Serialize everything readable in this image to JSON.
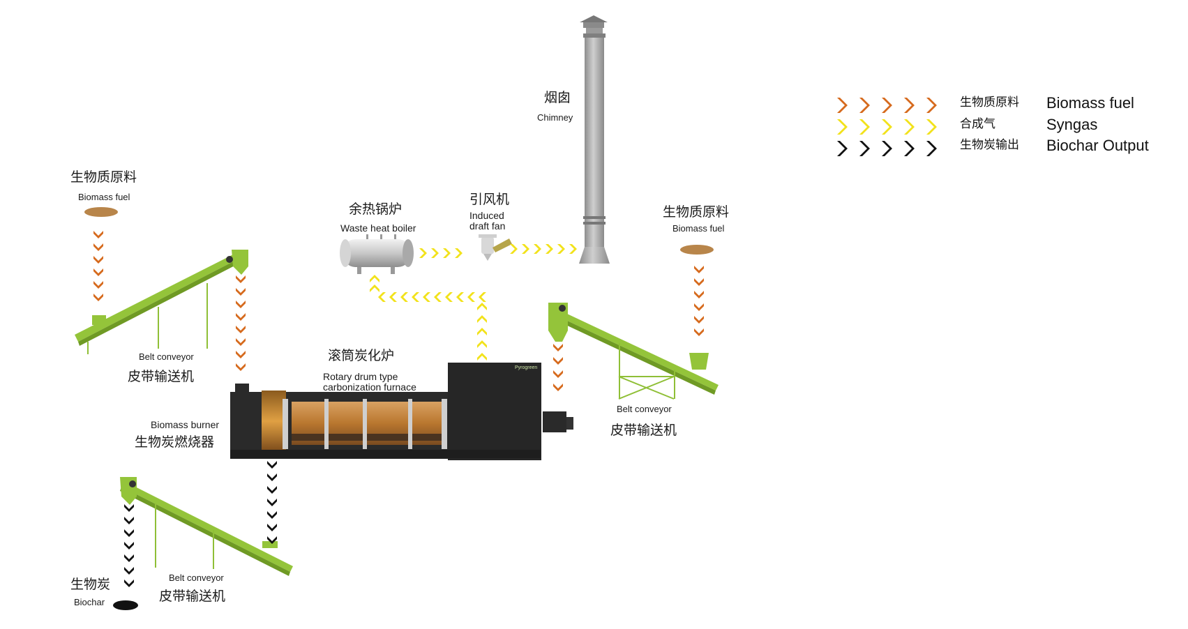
{
  "colors": {
    "biomass_arrow": "#d66a1d",
    "syngas_arrow": "#f2e21b",
    "biochar_arrow": "#111111",
    "conveyor_green": "#96c83c",
    "steel": "#a8a8a8",
    "furnace_body": "#2b2b2b"
  },
  "legend": [
    {
      "zh": "生物质原料",
      "en": "Biomass fuel",
      "color": "#d66a1d",
      "icon": "chevron-arrows-biomass"
    },
    {
      "zh": "合成气",
      "en": "Syngas",
      "color": "#f2e21b",
      "icon": "chevron-arrows-syngas"
    },
    {
      "zh": "生物炭输出",
      "en": "Biochar Output",
      "color": "#111111",
      "icon": "chevron-arrows-biochar"
    }
  ],
  "labels": {
    "chimney_zh": "烟囱",
    "chimney_en": "Chimney",
    "fan_zh": "引风机",
    "fan_en_1": "Induced",
    "fan_en_2": "draft fan",
    "boiler_zh": "余热锅炉",
    "boiler_en": "Waste heat boiler",
    "left_fuel_zh": "生物质原料",
    "left_fuel_en": "Biomass fuel",
    "right_fuel_zh": "生物质原料",
    "right_fuel_en": "Biomass fuel",
    "left_conv_en": "Belt conveyor",
    "left_conv_zh": "皮带输送机",
    "right_conv_en": "Belt conveyor",
    "right_conv_zh": "皮带输送机",
    "bottom_conv_en": "Belt conveyor",
    "bottom_conv_zh": "皮带输送机",
    "furnace_zh": "滚筒炭化炉",
    "furnace_en_1": "Rotary drum type",
    "furnace_en_2": "carbonization furnace",
    "burner_en": "Biomass burner",
    "burner_zh": "生物炭燃烧器",
    "biochar_zh": "生物炭",
    "biochar_en": "Biochar",
    "brand": "Pyrogreen"
  }
}
